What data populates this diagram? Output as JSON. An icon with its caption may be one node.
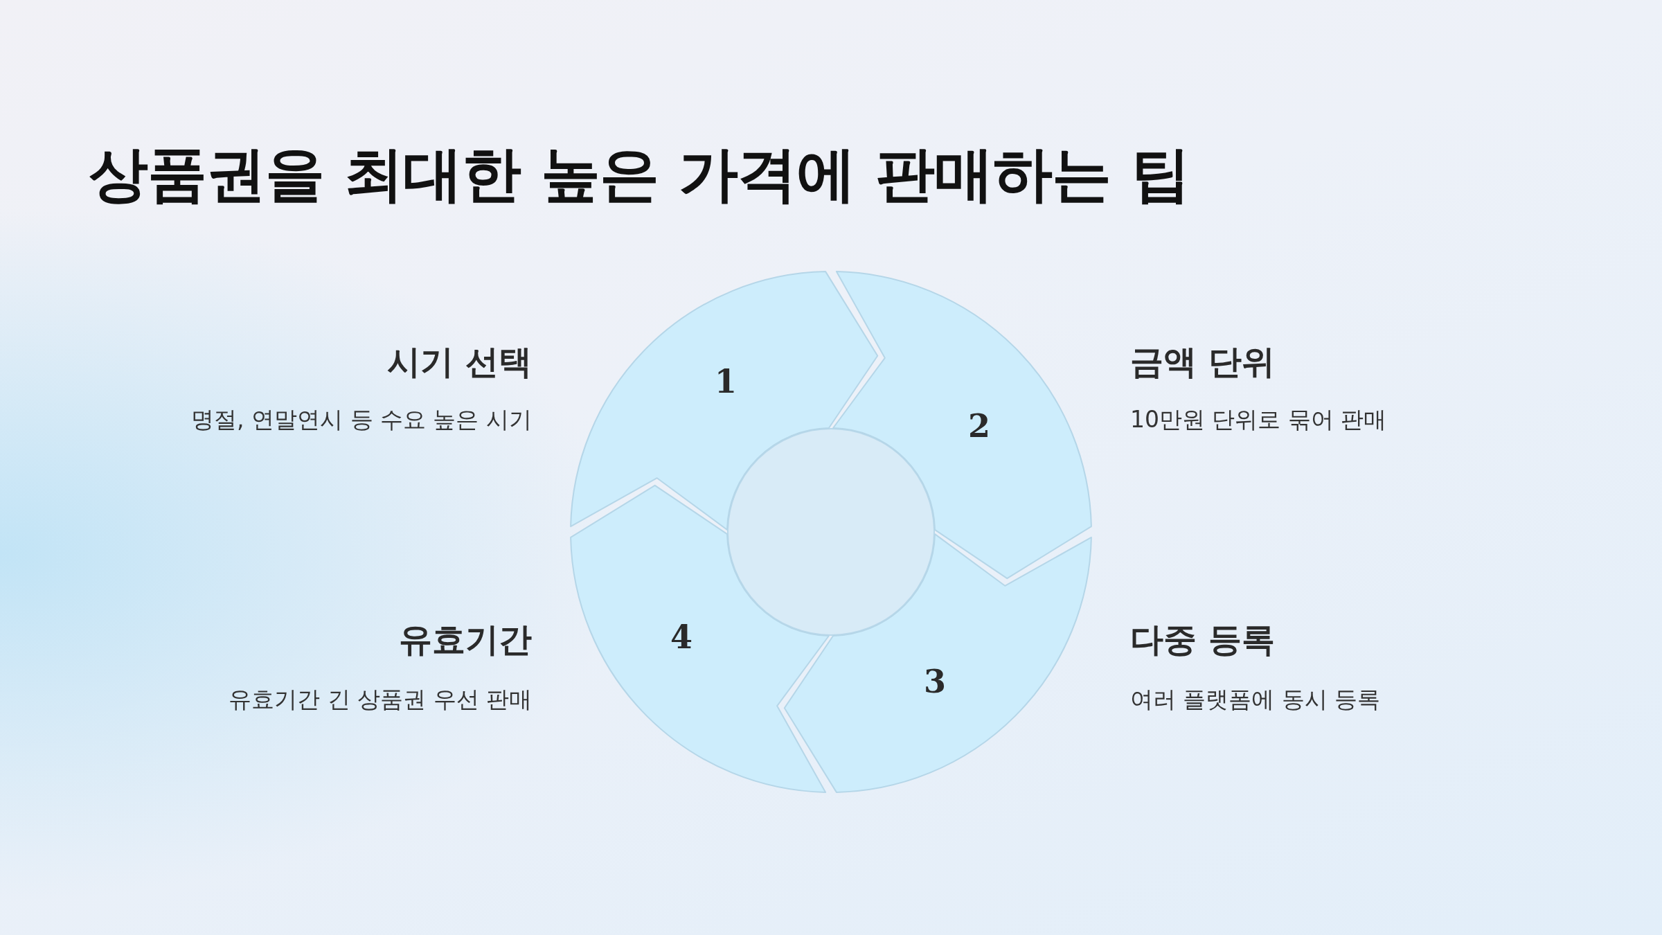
{
  "diagram": {
    "title": "상품권을 최대한 높은 가격에 판매하는 팁",
    "nodes": [
      {
        "text": [
          "1"
        ],
        "beside": [
          "시기 선택",
          "명절, 연말연시 등 수요 높은 시기"
        ]
      },
      {
        "text": [
          "2"
        ],
        "beside": [
          "금액 단위",
          "10만원 단위로 묶어 판매"
        ]
      },
      {
        "text": [
          "3"
        ],
        "beside": [
          "다중 등록",
          "여러 플랫폼에 동시 등록"
        ]
      },
      {
        "text": [
          "4"
        ],
        "beside": [
          "유효기간",
          "유효기간 긴 상품권 우선 판매"
        ]
      },
      {
        "text": [],
        "shape": "circle"
      }
    ],
    "edges": []
  }
}
